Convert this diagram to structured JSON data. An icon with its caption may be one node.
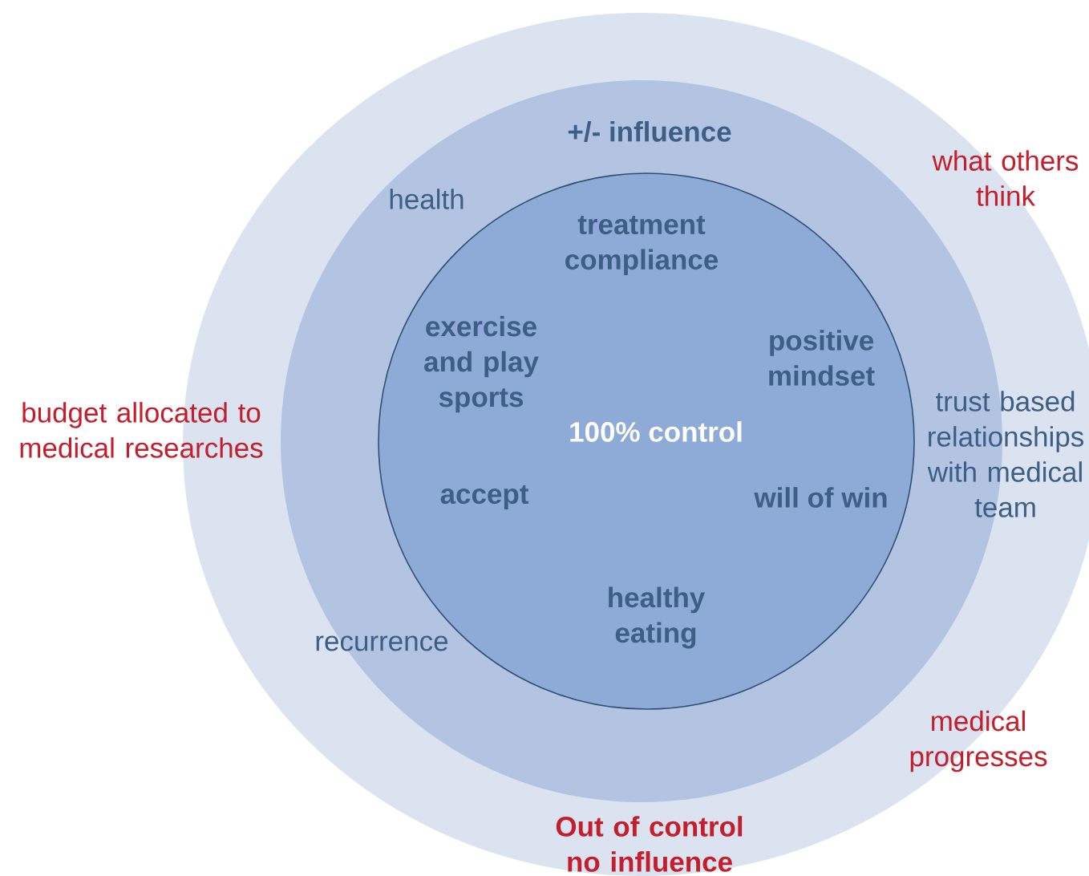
{
  "diagram": {
    "nodes": [
      {
        "text": [
          "what others think",
          "budget allocated to medical researches",
          "medical progresses",
          "Out of control no influence"
        ]
      },
      {
        "text": [
          "+/- influence",
          "health",
          "trust based relationships with medical team",
          "recurrence"
        ],
        "in": 0
      },
      {
        "text": [
          "treatment compliance",
          "exercise and play sports",
          "positive mindset",
          "100% control",
          "accept",
          "will of win",
          "healthy eating"
        ],
        "in": 1
      }
    ]
  }
}
